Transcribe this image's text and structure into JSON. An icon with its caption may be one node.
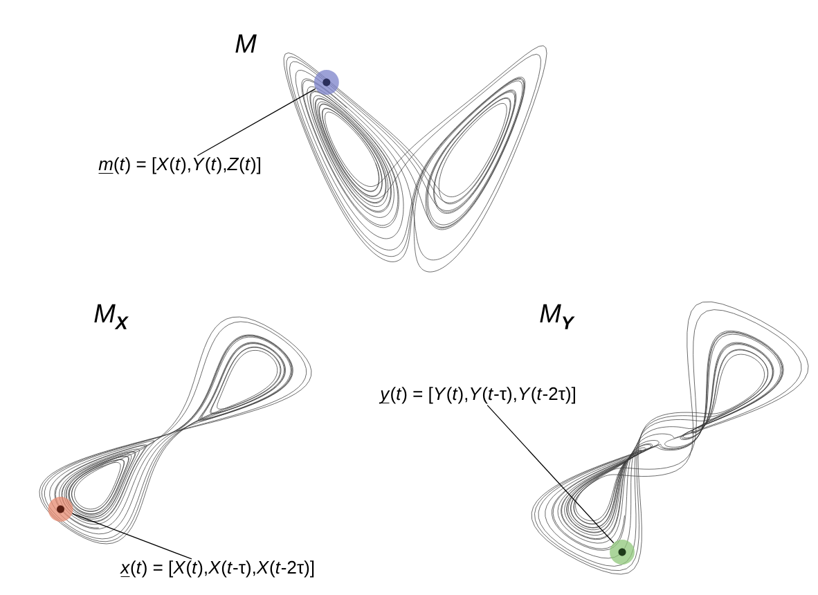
{
  "diagram": {
    "nodes": [
      {
        "text": [
          "*m*(*t*) = [*X*(*t*),*Y*(*t*),*Z*(*t*)]"
        ]
      },
      {
        "text": [],
        "shape": "circle"
      },
      {
        "text": [
          "*y*(*t*) = [*Y*(*t*),*Y*(*t*-τ),*Y*(*t*-2τ)]"
        ]
      },
      {
        "text": [],
        "shape": "circle"
      },
      {
        "text": [
          "*x*(*t*) = [*X*(*t*),*X*(*t*-τ),*X*(*t*-2τ)]"
        ]
      },
      {
        "text": [],
        "shape": "circle"
      }
    ],
    "edges": [
      {
        "from": 0,
        "to": 1,
        "arrow": "none"
      },
      {
        "from": 2,
        "to": 3,
        "arrow": "none"
      },
      {
        "from": 4,
        "to": 5,
        "arrow": "none"
      }
    ],
    "labels": [
      "M",
      "M$_{X}$",
      "M$_{Y}$"
    ]
  }
}
